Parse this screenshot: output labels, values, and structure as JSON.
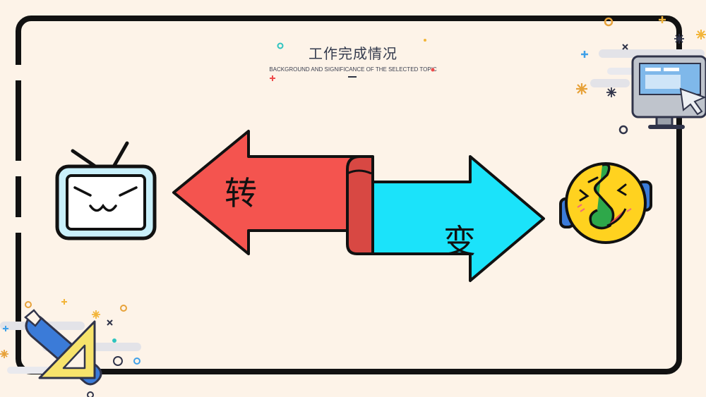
{
  "slide": {
    "title": "工作完成情况",
    "subtitle": "BACKGROUND AND SIGNIFICANCE OF THE SELECTED TOPIC",
    "arrow_left_label": "转",
    "arrow_right_label": "变"
  },
  "colors": {
    "background": "#fdf3e8",
    "frame": "#111111",
    "arrow_left": "#f4544f",
    "arrow_right": "#1be3fa",
    "tv_screen": "#c9f0fb",
    "emoji_face": "#ffd21f",
    "note": "#2ea84a"
  },
  "icons": [
    "tv-mascot-icon",
    "music-note-emoji-icon",
    "computer-monitor-icon",
    "wrench-ruler-icon"
  ]
}
